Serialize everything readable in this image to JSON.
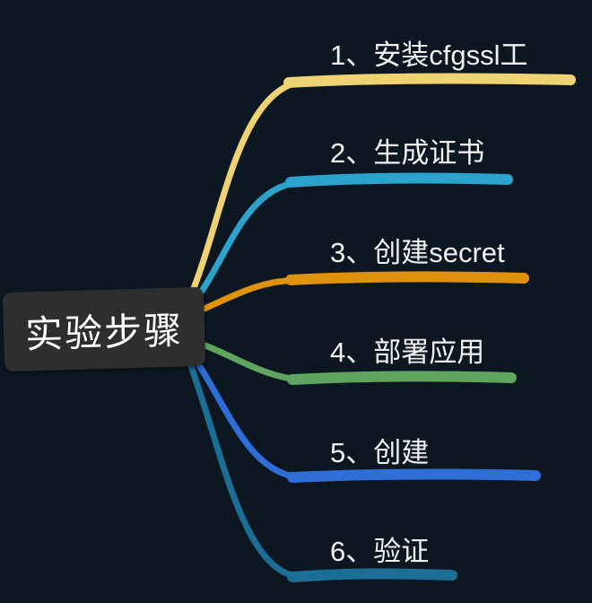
{
  "canvas": {
    "background": "#0d1721",
    "text_color": "#f2f2f2"
  },
  "root": {
    "label": "实验步骤",
    "bg": "#2e2e2e",
    "text_color": "#ffffff"
  },
  "branches": [
    {
      "label": "1、安装cfgssl工",
      "color": "#efd272"
    },
    {
      "label": "2、生成证书",
      "color": "#2ba3cd"
    },
    {
      "label": "3、创建secret",
      "color": "#e0920c"
    },
    {
      "label": "4、部署应用",
      "color": "#5fa55f"
    },
    {
      "label": "5、创建",
      "color": "#2e6ed6"
    },
    {
      "label": "6、验证",
      "color": "#1b6e96"
    }
  ]
}
